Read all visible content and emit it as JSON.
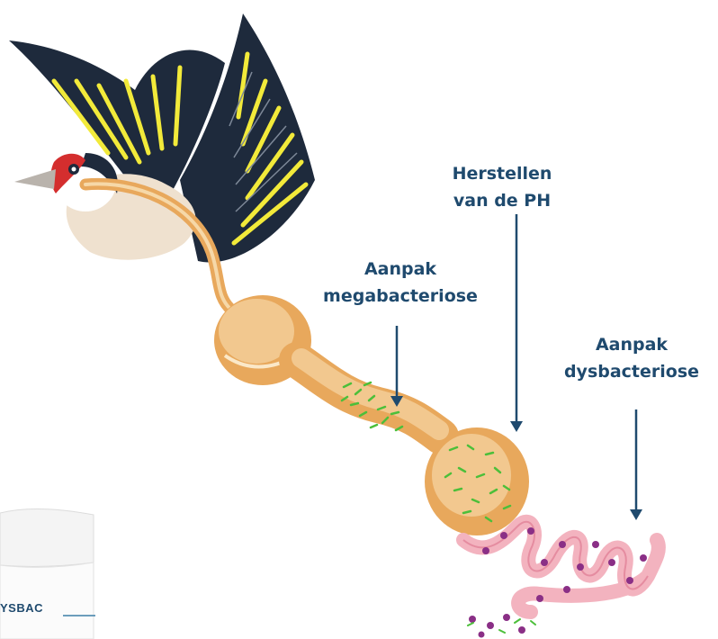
{
  "labels": {
    "herstellen": {
      "line1": "Herstellen",
      "line2": "van de PH"
    },
    "megabacteriose": {
      "line1": "Aanpak",
      "line2": "megabacteriose"
    },
    "dysbacteriose": {
      "line1": "Aanpak",
      "line2": "dysbacteriose"
    }
  },
  "product": {
    "jar_text": "YSBAC"
  },
  "colors": {
    "label_text": "#1f4a6e",
    "arrow": "#1f4a6e",
    "tract": "#e8a85c",
    "tract_light": "#f6d8a8",
    "intestine": "#f3b3bf",
    "green_bacteria": "#4cbf3a",
    "purple_bacteria": "#8a2f86",
    "wing_dark": "#1e2a3c",
    "wing_yellow": "#f2ea3a",
    "bird_red": "#d42e2e"
  }
}
